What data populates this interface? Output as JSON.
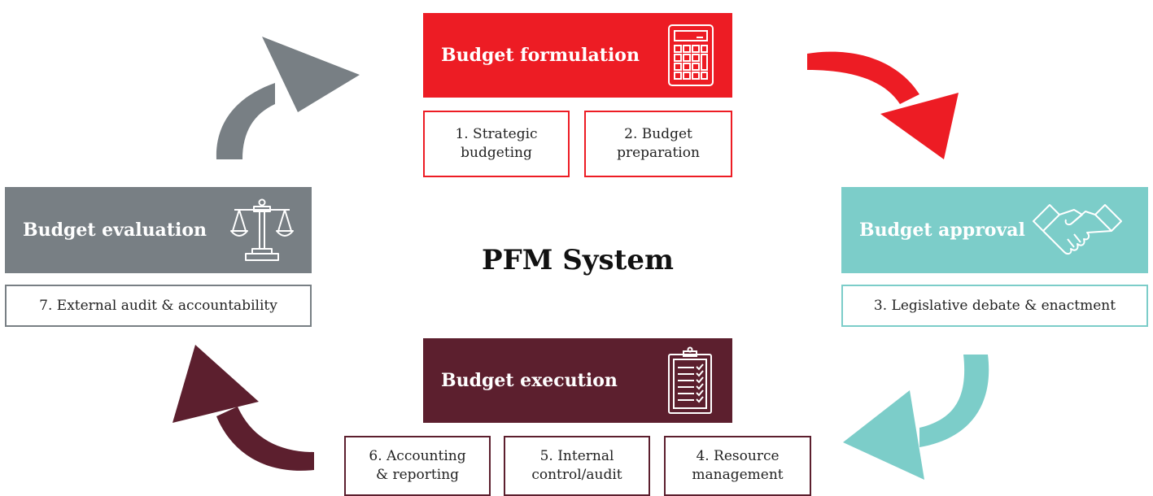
{
  "title": "PFM System",
  "colors": {
    "formulation": "#ed1c24",
    "approval": "#7ccdc9",
    "execution": "#5c1f2e",
    "evaluation": "#787f84"
  },
  "stages": {
    "formulation": {
      "label": "Budget formulation",
      "icon": "calculator-icon",
      "steps": [
        "1. Strategic\nbudgeting",
        "2. Budget\npreparation"
      ]
    },
    "approval": {
      "label": "Budget approval",
      "icon": "handshake-icon",
      "steps": [
        "3. Legislative debate & enactment"
      ]
    },
    "execution": {
      "label": "Budget execution",
      "icon": "clipboard-icon",
      "steps": [
        "6. Accounting\n& reporting",
        "5. Internal\ncontrol/audit",
        "4. Resource\nmanagement"
      ]
    },
    "evaluation": {
      "label": "Budget evaluation",
      "icon": "scales-icon",
      "steps": [
        "7. External audit & accountability"
      ]
    }
  }
}
